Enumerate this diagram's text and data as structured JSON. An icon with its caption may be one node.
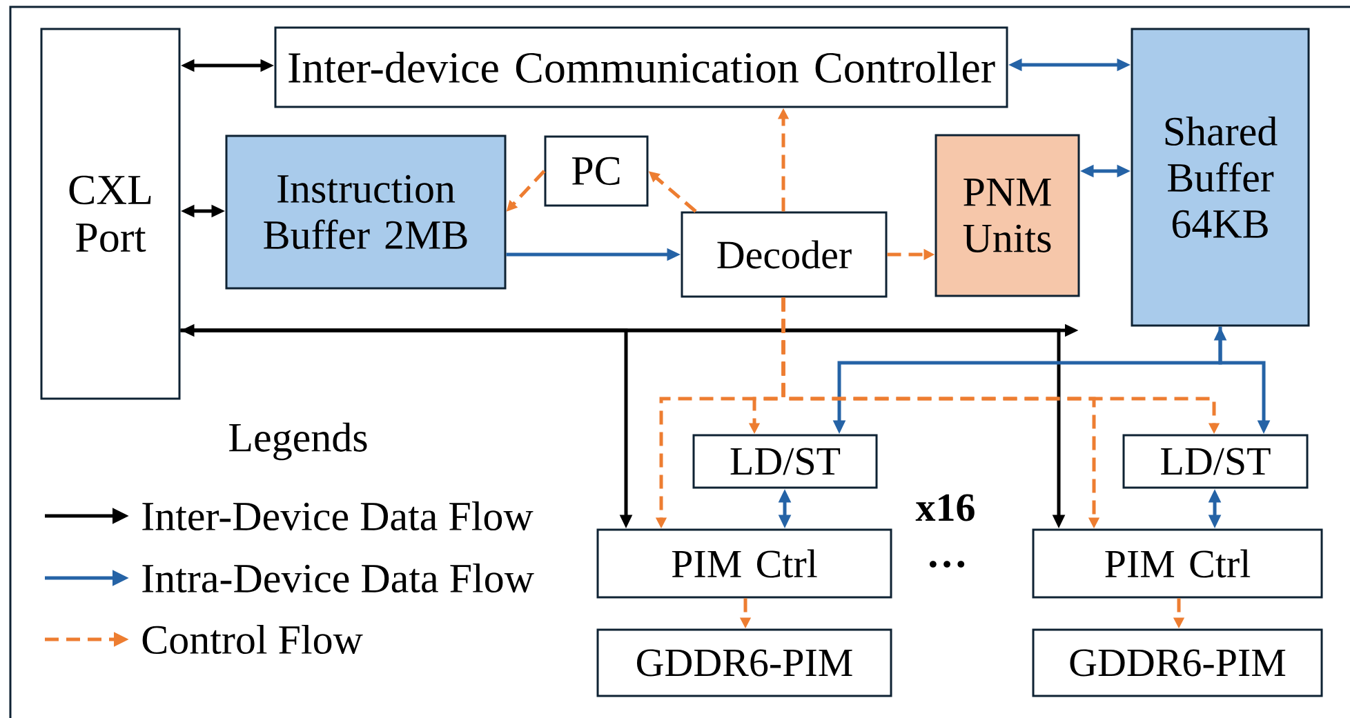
{
  "diagram": {
    "nodes": [
      {
        "text": [
          "CXL Port"
        ]
      },
      {
        "text": [
          "Inter-device Communication Controller"
        ]
      },
      {
        "text": [
          "Instruction Buffer 2MB"
        ]
      },
      {
        "text": [
          "PC"
        ]
      },
      {
        "text": [
          "Decoder"
        ]
      },
      {
        "text": [
          "PNM Units"
        ]
      },
      {
        "text": [
          "Shared Buffer 64KB"
        ]
      },
      {
        "text": [
          "LD/ST"
        ]
      },
      {
        "text": [
          "PIM Ctrl"
        ]
      },
      {
        "text": [
          "GDDR6-PIM"
        ]
      },
      {
        "text": [
          "LD/ST"
        ]
      },
      {
        "text": [
          "PIM Ctrl"
        ]
      },
      {
        "text": [
          "GDDR6-PIM"
        ]
      }
    ],
    "edges": [
      {
        "from": 0,
        "to": 1,
        "arrow": "both",
        "color": "#000000"
      },
      {
        "from": 0,
        "to": 2,
        "arrow": "both",
        "color": "#000000"
      },
      {
        "from": 3,
        "to": 2,
        "arrow": "to",
        "style": "dashed"
      },
      {
        "from": 4,
        "to": 3,
        "arrow": "to",
        "style": "dashed"
      },
      {
        "from": 2,
        "to": 4,
        "arrow": "to",
        "color": "#2563a6"
      },
      {
        "from": 4,
        "to": 1,
        "arrow": "to",
        "style": "dashed"
      },
      {
        "from": 4,
        "to": 5,
        "arrow": "to",
        "style": "dashed"
      },
      {
        "from": 5,
        "to": 6,
        "arrow": "both",
        "color": "#2563a6"
      },
      {
        "from": 1,
        "to": 6,
        "arrow": "both",
        "color": "#2563a6"
      },
      {
        "from": 0,
        "to": 8,
        "arrow": "to",
        "color": "#000000"
      },
      {
        "from": 0,
        "to": 11,
        "arrow": "to",
        "color": "#000000"
      },
      {
        "from": 0,
        "to": null,
        "arrow": "both",
        "color": "#000000"
      },
      {
        "from": 6,
        "to": 7,
        "arrow": "both",
        "color": "#2563a6"
      },
      {
        "from": 6,
        "to": 10,
        "arrow": "to",
        "color": "#2563a6"
      },
      {
        "from": 4,
        "to": 7,
        "arrow": "to",
        "style": "dashed"
      },
      {
        "from": 4,
        "to": 8,
        "arrow": "to",
        "style": "dashed"
      },
      {
        "from": 4,
        "to": 10,
        "arrow": "to",
        "style": "dashed"
      },
      {
        "from": 4,
        "to": 11,
        "arrow": "to",
        "style": "dashed"
      },
      {
        "from": 7,
        "to": 8,
        "arrow": "both",
        "color": "#2563a6"
      },
      {
        "from": 10,
        "to": 11,
        "arrow": "both",
        "color": "#2563a6"
      },
      {
        "from": 8,
        "to": 9,
        "arrow": "to",
        "style": "dashed"
      },
      {
        "from": 11,
        "to": 12,
        "arrow": "to",
        "style": "dashed"
      }
    ],
    "labels": [
      "Legends",
      "x16",
      "…"
    ],
    "legend": [
      {
        "text": "Inter-Device Data Flow"
      },
      {
        "text": "Intra-Device Data Flow"
      },
      {
        "text": "Control Flow"
      }
    ]
  }
}
